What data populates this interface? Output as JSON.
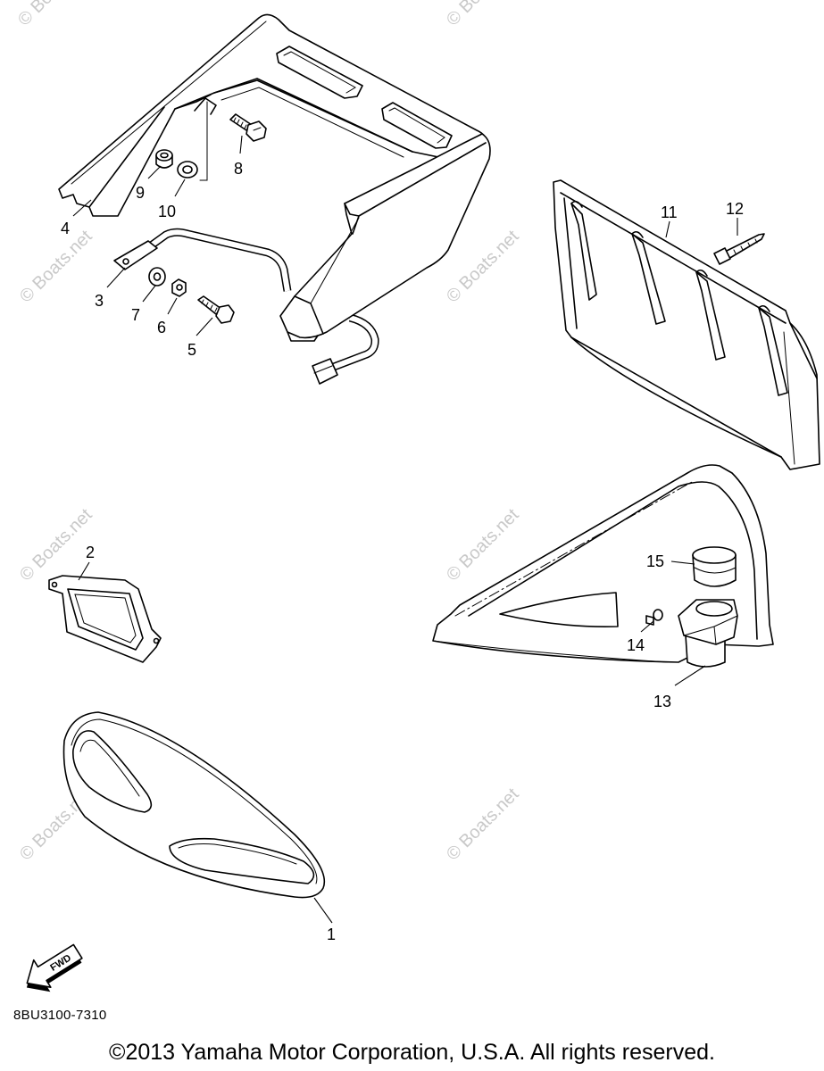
{
  "watermark": "© Boats.net",
  "callouts": [
    "1",
    "2",
    "3",
    "4",
    "5",
    "6",
    "7",
    "8",
    "9",
    "10",
    "11",
    "12",
    "13",
    "14",
    "15"
  ],
  "fwd_label": "FWD",
  "diagram_code": "8BU3100-7310",
  "copyright": "©2013 Yamaha Motor Corporation, U.S.A. All rights reserved."
}
